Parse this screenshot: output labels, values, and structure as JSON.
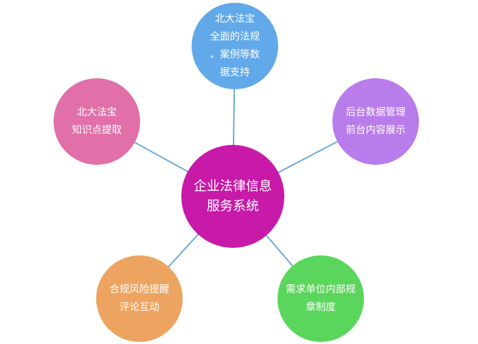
{
  "center": {
    "lines": [
      "企业法律信息",
      "服务系统"
    ],
    "color": "#c81aa8"
  },
  "nodes": [
    {
      "id": "top",
      "lines": [
        "北大法宝",
        "全面的法规",
        "、案例等数",
        "据支持"
      ],
      "color": "#62a9ea"
    },
    {
      "id": "left",
      "lines": [
        "北大法宝",
        "知识点提取"
      ],
      "color": "#e070a7"
    },
    {
      "id": "right",
      "lines": [
        "后台数据管理",
        "前台内容展示"
      ],
      "color": "#b97ceb"
    },
    {
      "id": "bl",
      "lines": [
        "合规风险提醒",
        "评论互动"
      ],
      "color": "#eda460"
    },
    {
      "id": "br",
      "lines": [
        "需求单位内部规",
        "章制度"
      ],
      "color": "#5bd65c"
    }
  ],
  "connector_color": "#6aa8d8"
}
